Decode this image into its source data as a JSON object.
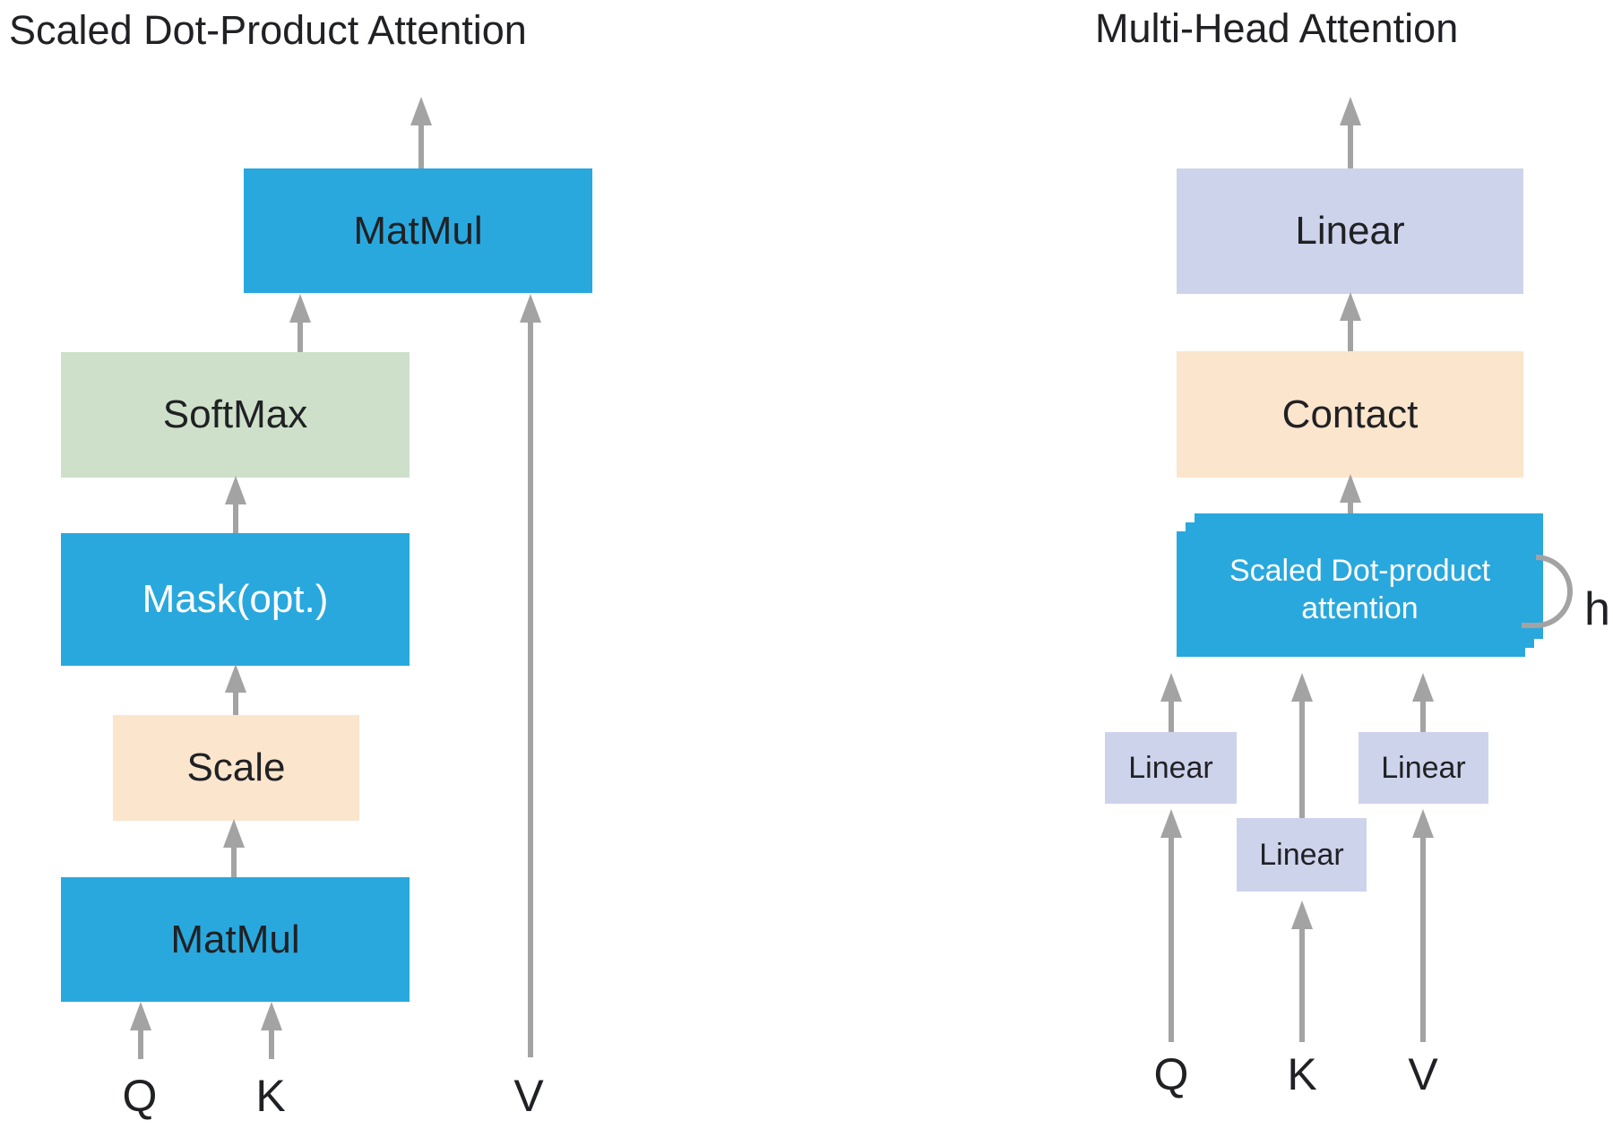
{
  "colors": {
    "box_blue": "#29a8de",
    "box_green": "#cee0ca",
    "box_peach": "#fbe5cd",
    "box_lavender": "#ced3ec",
    "arrow_gray": "#a3a3a3",
    "text_dark": "#202124",
    "text_light": "#ffffff"
  },
  "left_diagram": {
    "title": "Scaled Dot-Product Attention",
    "nodes": {
      "matmul_top": {
        "label": "MatMul"
      },
      "softmax": {
        "label": "SoftMax"
      },
      "mask": {
        "label": "Mask(opt.)"
      },
      "scale": {
        "label": "Scale"
      },
      "matmul_bottom": {
        "label": "MatMul"
      }
    },
    "inputs": {
      "q": "Q",
      "k": "K",
      "v": "V"
    }
  },
  "right_diagram": {
    "title": "Multi-Head Attention",
    "nodes": {
      "linear_top": {
        "label": "Linear"
      },
      "concat": {
        "label": "Contact"
      },
      "attention": {
        "label_line1": "Scaled Dot-product",
        "label_line2": "attention"
      },
      "linear_q": {
        "label": "Linear"
      },
      "linear_k": {
        "label": "Linear"
      },
      "linear_v": {
        "label": "Linear"
      }
    },
    "head_count_label": "h",
    "inputs": {
      "q": "Q",
      "k": "K",
      "v": "V"
    }
  }
}
